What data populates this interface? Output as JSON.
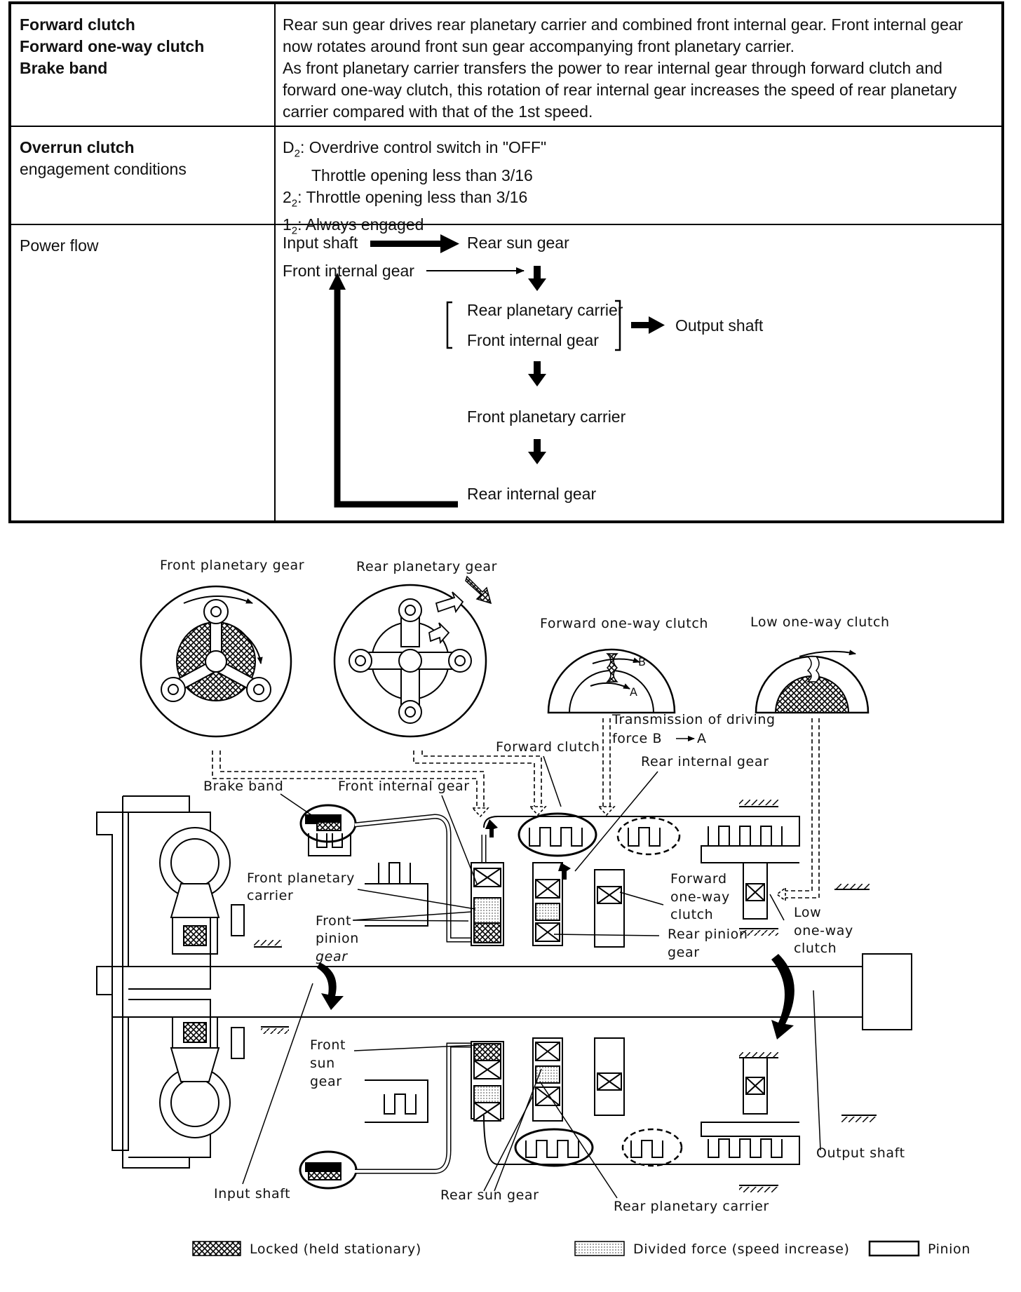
{
  "table": {
    "row1": {
      "left_lines": [
        "Forward clutch",
        "Forward one-way clutch",
        "Brake band"
      ],
      "right_lines": [
        "Rear sun gear drives rear planetary carrier and combined front internal gear. Front internal gear",
        "now rotates around front sun gear accompanying front planetary carrier.",
        "As front planetary carrier transfers the power to rear internal gear through forward clutch and",
        "forward one-way clutch, this rotation of rear internal gear increases the speed of rear planetary",
        "carrier compared with that of the 1st speed."
      ]
    },
    "row2": {
      "left_bold": "Overrun clutch",
      "left_normal": "engagement conditions",
      "lines": [
        {
          "prefix": "D",
          "sub": "2",
          "text": ": Overdrive control switch in \"OFF\""
        },
        {
          "prefix": "",
          "sub": "",
          "text": "Throttle opening less than 3/16"
        },
        {
          "prefix": "2",
          "sub": "2",
          "text": ": Throttle opening less than 3/16"
        },
        {
          "prefix": "1",
          "sub": "2",
          "text": ": Always engaged"
        }
      ]
    },
    "row3": {
      "left": "Power flow",
      "flow": {
        "input_shaft": "Input shaft",
        "rear_sun_gear": "Rear sun gear",
        "front_internal_gear": "Front internal gear",
        "rear_planetary_carrier": "Rear planetary carrier",
        "front_internal_gear_2": "Front internal gear",
        "output_shaft": "Output shaft",
        "front_planetary_carrier": "Front planetary carrier",
        "rear_internal_gear": "Rear internal gear"
      }
    }
  },
  "diagram": {
    "labels": {
      "front_planetary_gear": "Front planetary gear",
      "rear_planetary_gear": "Rear planetary gear",
      "forward_one_way_clutch": "Forward one-way clutch",
      "low_one_way_clutch": "Low one-way clutch",
      "b": "B",
      "a": "A",
      "transmission_1": "Transmission of driving",
      "transmission_2": "force B",
      "transmission_3": "A",
      "forward_clutch": "Forward clutch",
      "rear_internal_gear": "Rear internal gear",
      "brake_band": "Brake band",
      "front_internal_gear": "Front internal gear",
      "front_planetary_carrier_1": "Front planetary",
      "front_planetary_carrier_2": "carrier",
      "front_pinion_1": "Front",
      "front_pinion_2": "pinion",
      "front_pinion_3": "gear",
      "fwd_owc_1": "Forward",
      "fwd_owc_2": "one-way",
      "fwd_owc_3": "clutch",
      "rear_pinion_1": "Rear pinion",
      "rear_pinion_2": "gear",
      "low_owc_1": "Low",
      "low_owc_2": "one-way",
      "low_owc_3": "clutch",
      "front_sun_1": "Front",
      "front_sun_2": "sun",
      "front_sun_3": "gear",
      "output_shaft": "Output shaft",
      "input_shaft": "Input shaft",
      "rear_sun_gear": "Rear sun gear",
      "rear_planetary_carrier": "Rear planetary carrier"
    },
    "legend": {
      "locked": "Locked (held stationary)",
      "divided": "Divided force (speed increase)",
      "pinion": "Pinion"
    }
  }
}
